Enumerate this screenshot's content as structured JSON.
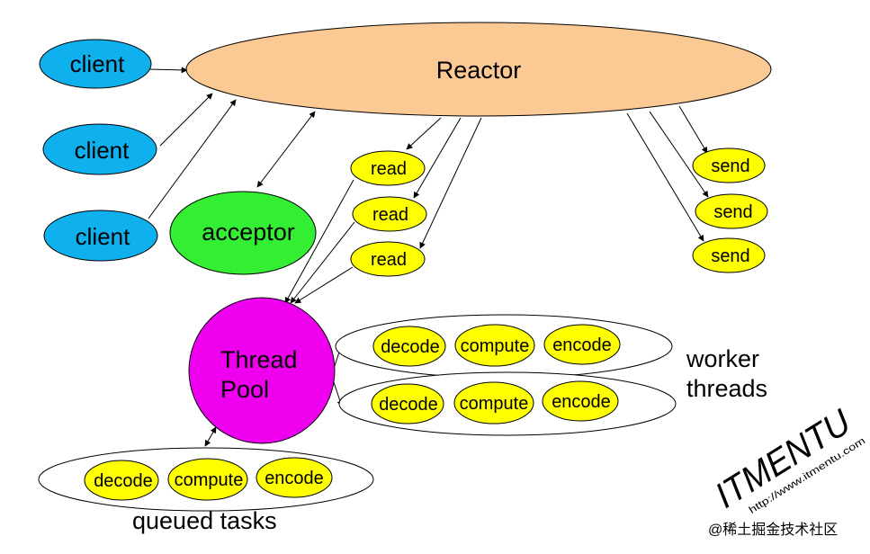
{
  "diagram": {
    "reactor": {
      "label": "Reactor",
      "color": "#fbc994"
    },
    "clients": [
      {
        "label": "client"
      },
      {
        "label": "client"
      },
      {
        "label": "client"
      }
    ],
    "client_color": "#0fb0ee",
    "acceptor": {
      "label": "acceptor",
      "color": "#33ee33"
    },
    "reads": [
      {
        "label": "read"
      },
      {
        "label": "read"
      },
      {
        "label": "read"
      }
    ],
    "sends": [
      {
        "label": "send"
      },
      {
        "label": "send"
      },
      {
        "label": "send"
      }
    ],
    "task_color": "#ffff00",
    "thread_pool": {
      "line1": "Thread",
      "line2": "Pool",
      "color": "#ee00ee"
    },
    "worker_rows": [
      {
        "tasks": [
          "decode",
          "compute",
          "encode"
        ]
      },
      {
        "tasks": [
          "decode",
          "compute",
          "encode"
        ]
      }
    ],
    "worker_label": {
      "line1": "worker",
      "line2": "threads"
    },
    "queued_row": {
      "tasks": [
        "decode",
        "compute",
        "encode"
      ]
    },
    "queued_label": "queued tasks"
  },
  "watermark": {
    "brand": "ITMENTU",
    "url": "http://www.itmentu.com",
    "credit": "@稀土掘金技术社区"
  }
}
